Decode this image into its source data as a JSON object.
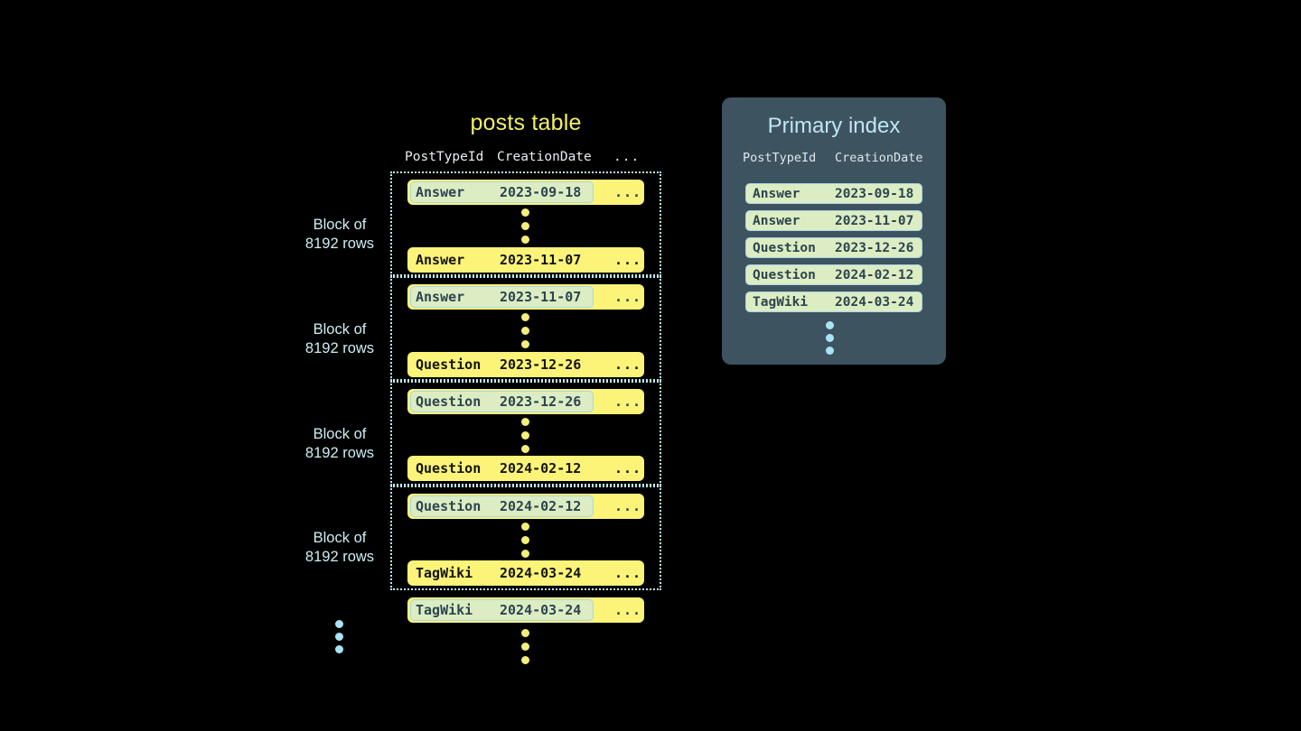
{
  "canvas": {
    "background": "#000000",
    "accent_yellow": "#fbf479",
    "accent_blue": "#a9e4f5",
    "mark_green": "#dcedc3",
    "panel_slate": "#3e5360"
  },
  "posts_table": {
    "title": "posts table",
    "columns": [
      "PostTypeId",
      "CreationDate",
      "..."
    ],
    "block_label": "Block of\n8192 rows",
    "block_label_line1": "Block of",
    "block_label_line2": "8192 rows",
    "blocks": [
      {
        "label_line1": "Block of",
        "label_line2": "8192 rows",
        "first_row": {
          "post_type_id": "Answer",
          "creation_date": "2023-09-18",
          "more": "...",
          "marked": true
        },
        "last_row": {
          "post_type_id": "Answer",
          "creation_date": "2023-11-07",
          "more": "...",
          "marked": false
        }
      },
      {
        "label_line1": "Block of",
        "label_line2": "8192 rows",
        "first_row": {
          "post_type_id": "Answer",
          "creation_date": "2023-11-07",
          "more": "...",
          "marked": true
        },
        "last_row": {
          "post_type_id": "Question",
          "creation_date": "2023-12-26",
          "more": "...",
          "marked": false
        }
      },
      {
        "label_line1": "Block of",
        "label_line2": "8192 rows",
        "first_row": {
          "post_type_id": "Question",
          "creation_date": "2023-12-26",
          "more": "...",
          "marked": true
        },
        "last_row": {
          "post_type_id": "Question",
          "creation_date": "2024-02-12",
          "more": "...",
          "marked": false
        }
      },
      {
        "label_line1": "Block of",
        "label_line2": "8192 rows",
        "first_row": {
          "post_type_id": "Question",
          "creation_date": "2024-02-12",
          "more": "...",
          "marked": true
        },
        "last_row": {
          "post_type_id": "TagWiki",
          "creation_date": "2024-03-24",
          "more": "...",
          "marked": false
        }
      }
    ],
    "trailing_row": {
      "post_type_id": "TagWiki",
      "creation_date": "2024-03-24",
      "more": "...",
      "marked": true
    }
  },
  "primary_index": {
    "title": "Primary index",
    "columns": [
      "PostTypeId",
      "CreationDate"
    ],
    "marks": [
      {
        "post_type_id": "Answer",
        "creation_date": "2023-09-18"
      },
      {
        "post_type_id": "Answer",
        "creation_date": "2023-11-07"
      },
      {
        "post_type_id": "Question",
        "creation_date": "2023-12-26"
      },
      {
        "post_type_id": "Question",
        "creation_date": "2024-02-12"
      },
      {
        "post_type_id": "TagWiki",
        "creation_date": "2024-03-24"
      }
    ]
  }
}
